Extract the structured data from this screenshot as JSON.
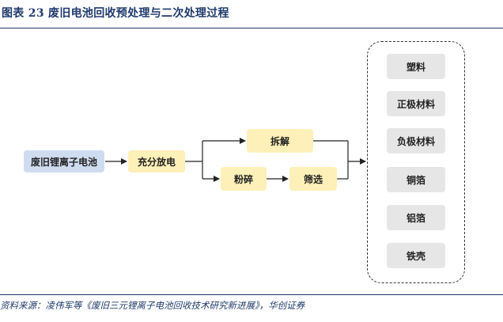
{
  "title": "图表 23  废旧电池回收预处理与二次处理过程",
  "nodes": {
    "battery": "废旧锂离子电池",
    "discharge": "充分放电",
    "disassemble": "拆解",
    "crush": "粉碎",
    "sieve": "筛选"
  },
  "outputs": [
    "塑料",
    "正极材料",
    "负极材料",
    "铜箔",
    "铝箔",
    "铁壳"
  ],
  "source": "资料来源：凌伟军等《废旧三元锂离子电池回收技术研究新进展》，华创证券",
  "colors": {
    "title": "#1f3a6b",
    "node_blue": "#cfdcf0",
    "node_yellow": "#fdf0b8",
    "node_gray": "#e6e6e6",
    "arrow": "#222222"
  }
}
